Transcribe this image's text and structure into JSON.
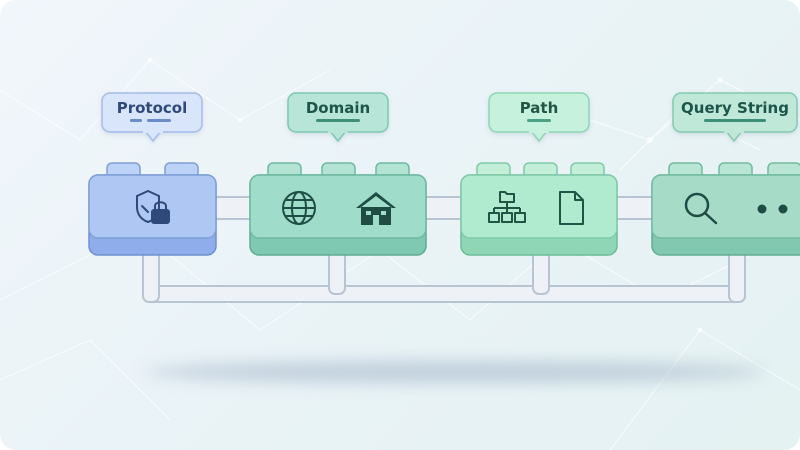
{
  "diagram": {
    "segments": [
      {
        "id": "protocol",
        "label": "Protocol",
        "icons": [
          "shield-lock-icon"
        ],
        "color": "#a9c4ef",
        "text_color": "#2f4a7a"
      },
      {
        "id": "domain",
        "label": "Domain",
        "icons": [
          "globe-icon",
          "house-icon"
        ],
        "color": "#9fdcc9",
        "text_color": "#1f5548"
      },
      {
        "id": "path",
        "label": "Path",
        "icons": [
          "sitemap-icon",
          "file-icon"
        ],
        "color": "#b0ebcf",
        "text_color": "#205545"
      },
      {
        "id": "query",
        "label": "Query String",
        "icons": [
          "search-icon",
          "ellipsis-icon"
        ],
        "color": "#a6dcc7",
        "text_color": "#1f5548"
      }
    ]
  }
}
